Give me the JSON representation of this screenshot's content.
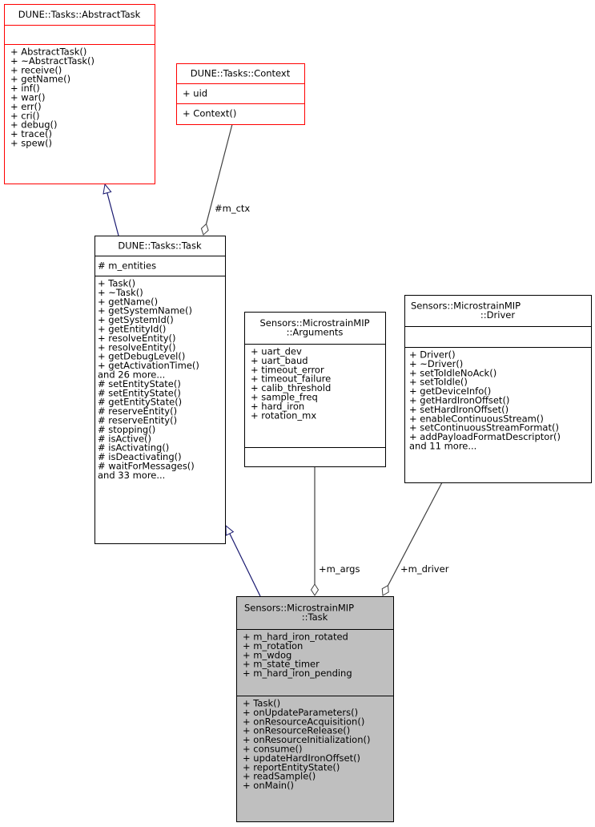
{
  "diagram": {
    "type": "UML class collaboration diagram",
    "colors": {
      "base_class_border": "#ff0000",
      "normal_border": "#000000",
      "focus_fill": "#bfbfbf",
      "inheritance_edge": "#191970",
      "association_edge": "#404040"
    },
    "classes": [
      {
        "id": "abstract_task",
        "title": [
          "DUNE::Tasks::AbstractTask"
        ],
        "attributes": [],
        "methods": [
          "+ AbstractTask()",
          "+ ~AbstractTask()",
          "+ receive()",
          "+ getName()",
          "+ inf()",
          "+ war()",
          "+ err()",
          "+ cri()",
          "+ debug()",
          "+ trace()",
          "+ spew()"
        ]
      },
      {
        "id": "context",
        "title": [
          "DUNE::Tasks::Context"
        ],
        "attributes": [
          "+ uid"
        ],
        "methods": [
          "+ Context()"
        ]
      },
      {
        "id": "task",
        "title": [
          "DUNE::Tasks::Task"
        ],
        "attributes": [
          "# m_entities"
        ],
        "methods": [
          "+ Task()",
          "+ ~Task()",
          "+ getName()",
          "+ getSystemName()",
          "+ getSystemId()",
          "+ getEntityId()",
          "+ resolveEntity()",
          "+ resolveEntity()",
          "+ getDebugLevel()",
          "+ getActivationTime()",
          "and 26 more...",
          "# setEntityState()",
          "# setEntityState()",
          "# getEntityState()",
          "# reserveEntity()",
          "# reserveEntity()",
          "# stopping()",
          "# isActive()",
          "# isActivating()",
          "# isDeactivating()",
          "# waitForMessages()",
          "and 33 more..."
        ]
      },
      {
        "id": "arguments",
        "title": [
          "Sensors::MicrostrainMIP",
          "::Arguments"
        ],
        "attributes": [
          "+ uart_dev",
          "+ uart_baud",
          "+ timeout_error",
          "+ timeout_failure",
          "+ calib_threshold",
          "+ sample_freq",
          "+ hard_iron",
          "+ rotation_mx"
        ],
        "methods": []
      },
      {
        "id": "driver",
        "title": [
          "Sensors::MicrostrainMIP",
          "::Driver"
        ],
        "attributes": [],
        "methods": [
          "+ Driver()",
          "+ ~Driver()",
          "+ setToIdleNoAck()",
          "+ setToIdle()",
          "+ getDeviceInfo()",
          "+ getHardIronOffset()",
          "+ setHardIronOffset()",
          "+ enableContinuousStream()",
          "+ setContinuousStreamFormat()",
          "+ addPayloadFormatDescriptor()",
          "and 11 more..."
        ]
      },
      {
        "id": "mip_task",
        "title": [
          "Sensors::MicrostrainMIP",
          "::Task"
        ],
        "attributes": [
          "+ m_hard_iron_rotated",
          "+ m_rotation",
          "+ m_wdog",
          "+ m_state_timer",
          "+ m_hard_iron_pending"
        ],
        "methods": [
          "+ Task()",
          "+ onUpdateParameters()",
          "+ onResourceAcquisition()",
          "+ onResourceRelease()",
          "+ onResourceInitialization()",
          "+ consume()",
          "+ updateHardIronOffset()",
          "+ reportEntityState()",
          "+ readSample()",
          "+ onMain()"
        ]
      }
    ],
    "edges": [
      {
        "from": "task",
        "to": "abstract_task",
        "kind": "inheritance",
        "label": ""
      },
      {
        "from": "task",
        "to": "context",
        "kind": "aggregation",
        "label": "#m_ctx"
      },
      {
        "from": "mip_task",
        "to": "task",
        "kind": "inheritance",
        "label": ""
      },
      {
        "from": "mip_task",
        "to": "arguments",
        "kind": "aggregation",
        "label": "+m_args"
      },
      {
        "from": "mip_task",
        "to": "driver",
        "kind": "aggregation",
        "label": "+m_driver"
      }
    ]
  }
}
